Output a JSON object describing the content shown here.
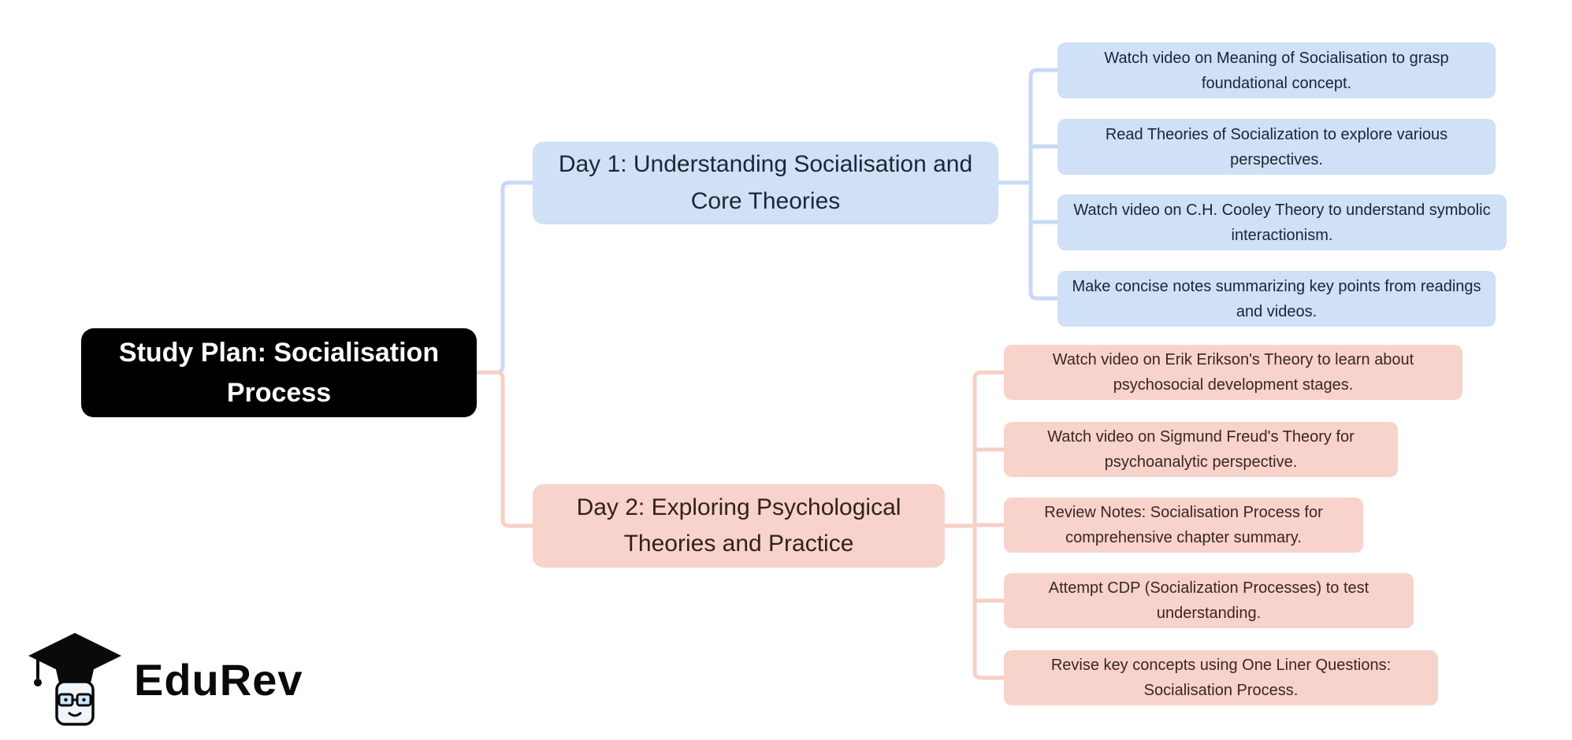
{
  "title": "Study Plan mind map",
  "root": {
    "label": "Study Plan: Socialisation Process"
  },
  "branches": {
    "day1": {
      "label": "Day 1: Understanding Socialisation and Core Theories",
      "items": [
        "Watch video on Meaning of Socialisation to grasp foundational concept.",
        "Read Theories of Socialization to explore various perspectives.",
        "Watch video on C.H. Cooley Theory to understand symbolic interactionism.",
        "Make concise notes summarizing key points from readings and videos."
      ]
    },
    "day2": {
      "label": "Day 2: Exploring Psychological Theories and Practice",
      "items": [
        "Watch video on Erik Erikson's Theory to learn about psychosocial development stages.",
        "Watch video on Sigmund Freud's Theory for psychoanalytic perspective.",
        "Review Notes: Socialisation Process for comprehensive chapter summary.",
        "Attempt CDP (Socialization Processes) to test understanding.",
        "Revise key concepts using One Liner Questions: Socialisation Process."
      ]
    }
  },
  "logo": {
    "text": "EduRev"
  },
  "colors": {
    "root_bg": "#000000",
    "root_text": "#ffffff",
    "day1_node": "#cfe0f7",
    "day2_node": "#f8d3cb",
    "connector_blue": "#c6daf5",
    "connector_pink": "#f7cfc5"
  }
}
